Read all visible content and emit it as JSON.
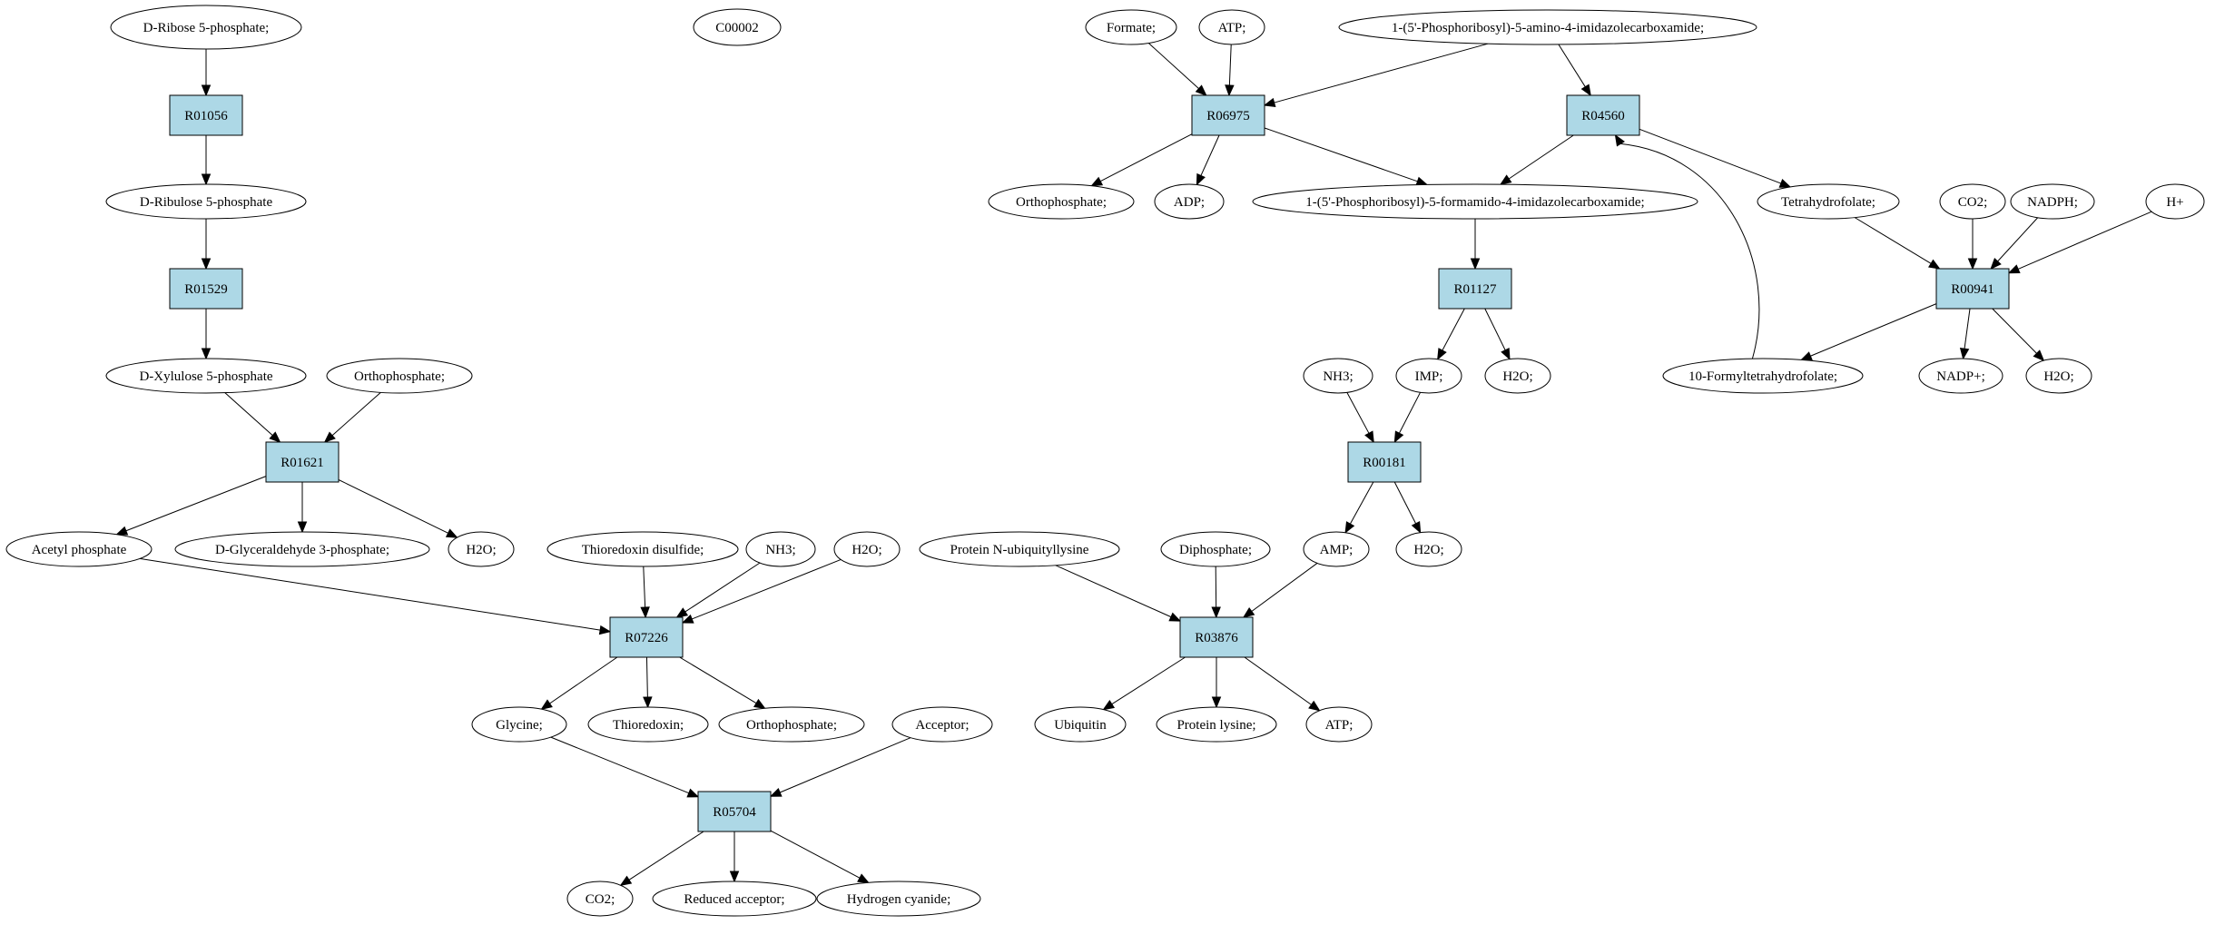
{
  "nodes": {
    "ribose5p": {
      "label": "D-Ribose 5-phosphate;",
      "fill": "#00ff00"
    },
    "c00002": {
      "label": "C00002",
      "fill": "#ffff00"
    },
    "r01056": {
      "label": "R01056"
    },
    "ribulose5p": {
      "label": "D-Ribulose 5-phosphate"
    },
    "r01529": {
      "label": "R01529"
    },
    "xylulose5p": {
      "label": "D-Xylulose 5-phosphate"
    },
    "orthophosphate_a": {
      "label": "Orthophosphate;"
    },
    "r01621": {
      "label": "R01621"
    },
    "acetylphosphate": {
      "label": "Acetyl phosphate"
    },
    "glyceraldehyde3p": {
      "label": "D-Glyceraldehyde 3-phosphate;"
    },
    "h2o_a": {
      "label": "H2O;"
    },
    "thioredoxin_disulfide": {
      "label": "Thioredoxin disulfide;"
    },
    "nh3_a": {
      "label": "NH3;"
    },
    "h2o_b": {
      "label": "H2O;"
    },
    "r07226": {
      "label": "R07226"
    },
    "glycine": {
      "label": "Glycine;"
    },
    "thioredoxin": {
      "label": "Thioredoxin;"
    },
    "orthophosphate_b": {
      "label": "Orthophosphate;"
    },
    "acceptor": {
      "label": "Acceptor;"
    },
    "r05704": {
      "label": "R05704"
    },
    "co2_a": {
      "label": "CO2;"
    },
    "reduced_acceptor": {
      "label": "Reduced acceptor;"
    },
    "hydrogen_cyanide": {
      "label": "Hydrogen cyanide;"
    },
    "formate": {
      "label": "Formate;"
    },
    "atp_a": {
      "label": "ATP;"
    },
    "aicar": {
      "label": "1-(5'-Phosphoribosyl)-5-amino-4-imidazolecarboxamide;"
    },
    "r06975": {
      "label": "R06975"
    },
    "r04560": {
      "label": "R04560"
    },
    "orthophosphate_c": {
      "label": "Orthophosphate;"
    },
    "adp": {
      "label": "ADP;"
    },
    "faicar": {
      "label": "1-(5'-Phosphoribosyl)-5-formamido-4-imidazolecarboxamide;"
    },
    "tetrahydrofolate": {
      "label": "Tetrahydrofolate;"
    },
    "co2_b": {
      "label": "CO2;"
    },
    "nadph": {
      "label": "NADPH;"
    },
    "hplus": {
      "label": "H+"
    },
    "r01127": {
      "label": "R01127"
    },
    "r00941": {
      "label": "R00941"
    },
    "nh3_b": {
      "label": "NH3;"
    },
    "imp": {
      "label": "IMP;"
    },
    "h2o_c": {
      "label": "H2O;"
    },
    "formyl_thf": {
      "label": "10-Formyltetrahydrofolate;"
    },
    "nadp": {
      "label": "NADP+;"
    },
    "h2o_d": {
      "label": "H2O;"
    },
    "r00181": {
      "label": "R00181"
    },
    "protein_ubiq": {
      "label": "Protein N-ubiquityllysine"
    },
    "diphosphate": {
      "label": "Diphosphate;"
    },
    "amp": {
      "label": "AMP;"
    },
    "h2o_e": {
      "label": "H2O;"
    },
    "r03876": {
      "label": "R03876"
    },
    "ubiquitin": {
      "label": "Ubiquitin"
    },
    "protein_lysine": {
      "label": "Protein lysine;"
    },
    "atp_b": {
      "label": "ATP;"
    }
  },
  "edges": [
    [
      "ribose5p",
      "r01056"
    ],
    [
      "r01056",
      "ribulose5p"
    ],
    [
      "ribulose5p",
      "r01529"
    ],
    [
      "r01529",
      "xylulose5p"
    ],
    [
      "xylulose5p",
      "r01621"
    ],
    [
      "orthophosphate_a",
      "r01621"
    ],
    [
      "r01621",
      "acetylphosphate"
    ],
    [
      "r01621",
      "glyceraldehyde3p"
    ],
    [
      "r01621",
      "h2o_a"
    ],
    [
      "acetylphosphate",
      "r07226"
    ],
    [
      "thioredoxin_disulfide",
      "r07226"
    ],
    [
      "nh3_a",
      "r07226"
    ],
    [
      "h2o_b",
      "r07226"
    ],
    [
      "r07226",
      "glycine"
    ],
    [
      "r07226",
      "thioredoxin"
    ],
    [
      "r07226",
      "orthophosphate_b"
    ],
    [
      "glycine",
      "r05704"
    ],
    [
      "acceptor",
      "r05704"
    ],
    [
      "r05704",
      "co2_a"
    ],
    [
      "r05704",
      "reduced_acceptor"
    ],
    [
      "r05704",
      "hydrogen_cyanide"
    ],
    [
      "formate",
      "r06975"
    ],
    [
      "atp_a",
      "r06975"
    ],
    [
      "aicar",
      "r06975"
    ],
    [
      "aicar",
      "r04560"
    ],
    [
      "r06975",
      "orthophosphate_c"
    ],
    [
      "r06975",
      "adp"
    ],
    [
      "r06975",
      "faicar"
    ],
    [
      "r04560",
      "faicar"
    ],
    [
      "r04560",
      "tetrahydrofolate"
    ],
    [
      "formyl_thf",
      "r04560"
    ],
    [
      "tetrahydrofolate",
      "r00941"
    ],
    [
      "co2_b",
      "r00941"
    ],
    [
      "nadph",
      "r00941"
    ],
    [
      "hplus",
      "r00941"
    ],
    [
      "r00941",
      "formyl_thf"
    ],
    [
      "r00941",
      "nadp"
    ],
    [
      "r00941",
      "h2o_d"
    ],
    [
      "faicar",
      "r01127"
    ],
    [
      "r01127",
      "imp"
    ],
    [
      "r01127",
      "h2o_c"
    ],
    [
      "nh3_b",
      "r00181"
    ],
    [
      "imp",
      "r00181"
    ],
    [
      "r00181",
      "amp"
    ],
    [
      "r00181",
      "h2o_e"
    ],
    [
      "protein_ubiq",
      "r03876"
    ],
    [
      "diphosphate",
      "r03876"
    ],
    [
      "amp",
      "r03876"
    ],
    [
      "r03876",
      "ubiquitin"
    ],
    [
      "r03876",
      "protein_lysine"
    ],
    [
      "r03876",
      "atp_b"
    ]
  ]
}
